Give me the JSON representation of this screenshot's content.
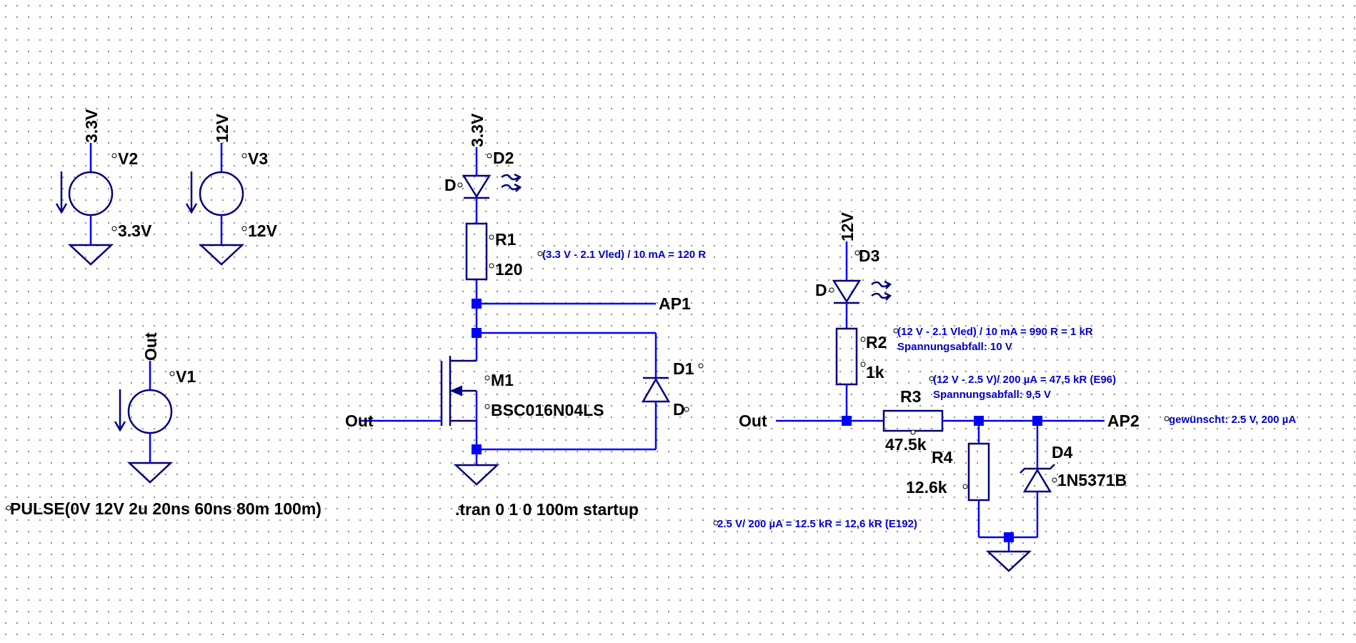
{
  "sources": {
    "v2": {
      "name": "V2",
      "net": "3.3V",
      "value": "3.3V"
    },
    "v3": {
      "name": "V3",
      "net": "12V",
      "value": "12V"
    },
    "v1": {
      "name": "V1",
      "net": "Out",
      "value": "PULSE(0V 12V 2u 20ns 60ns 80m 100m)"
    }
  },
  "left_branch": {
    "net_top": "3.3V",
    "d2": {
      "name": "D2",
      "model": "D"
    },
    "r1": {
      "name": "R1",
      "value": "120",
      "note": "(3.3 V - 2.1 Vled) / 10 mA = 120 R"
    },
    "ap1": "AP1",
    "m1": {
      "name": "M1",
      "model": "BSC016N04LS"
    },
    "d1": {
      "name": "D1",
      "model": "D"
    },
    "gate_net": "Out",
    "directive": ".tran 0 1 0 100m startup"
  },
  "right_branch": {
    "net_top": "12V",
    "d3": {
      "name": "D3",
      "model": "D"
    },
    "r2": {
      "name": "R2",
      "value": "1k",
      "note1": "(12 V - 2.1 Vled) / 10 mA = 990 R = 1 kR",
      "note2": "Spannungsabfall: 10 V"
    },
    "r3": {
      "name": "R3",
      "value": "47.5k",
      "note1": "(12 V - 2.5 V)/ 200 µA = 47,5 kR (E96)",
      "note2": "Spannungsabfall: 9,5 V"
    },
    "r4": {
      "name": "R4",
      "value": "12.6k",
      "note": "2.5 V/ 200 µA = 12.5 kR = 12,6 kR (E192)"
    },
    "d4": {
      "name": "D4",
      "model": "1N5371B"
    },
    "in_net": "Out",
    "ap2": "AP2",
    "ap2_note": "gewünscht: 2.5 V, 200 µA"
  }
}
